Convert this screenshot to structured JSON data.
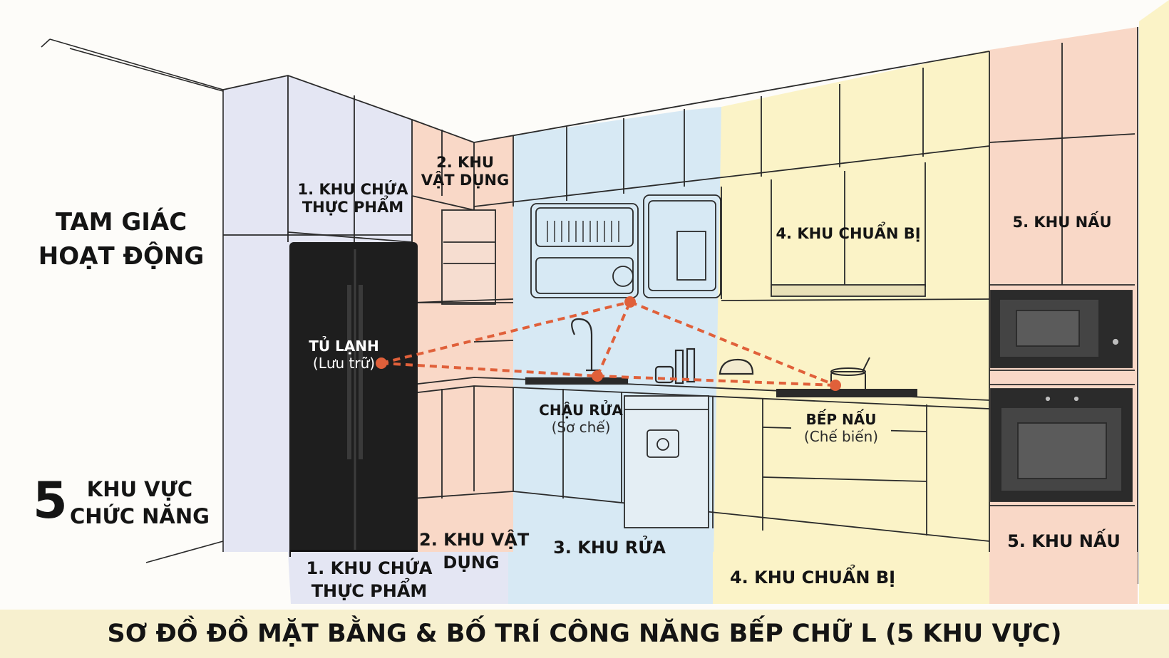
{
  "title": {
    "line1": "TAM GIÁC",
    "line2": "HOẠT ĐỘNG"
  },
  "zones_summary": {
    "number": "5",
    "line1": "KHU VỰC",
    "line2": "CHỨC NĂNG"
  },
  "upper_labels": {
    "food_storage": {
      "line1": "1. KHU CHỨA",
      "line2": "THỰC PHẨM"
    },
    "utensils": {
      "line1": "2. KHU",
      "line2": "VẬT DỤNG"
    },
    "prep": "4. KHU CHUẨN BỊ",
    "cooking": "5. KHU NẤU"
  },
  "triangle_points": {
    "fridge": {
      "name": "TỦ LẠNH",
      "role": "(Lưu trữ)"
    },
    "sink": {
      "name": "CHẬU RỬA",
      "role": "(Sơ chế)"
    },
    "stove": {
      "name": "BẾP NẤU",
      "role": "(Chế biến)"
    }
  },
  "floor_labels": {
    "food_storage": {
      "line1": "1. KHU CHỨA",
      "line2": "THỰC PHẨM"
    },
    "utensils": {
      "line1": "2. KHU VẬT",
      "line2": "DỤNG"
    },
    "washing": "3. KHU RỬA",
    "prep": "4. KHU CHUẨN BỊ",
    "cooking": "5. KHU NẤU"
  },
  "footer": {
    "caption": "SƠ ĐỒ ĐỒ MẶT BẰNG & BỐ TRÍ CÔNG NĂNG  BẾP CHỮ L (5 KHU VỰC)"
  },
  "colors": {
    "zone_food_storage": "#e4e6f3",
    "zone_utensils": "#f9d8c7",
    "zone_washing": "#d7e9f4",
    "zone_prep": "#fbf3c7",
    "zone_cooking": "#f9d8c7",
    "triangle_line": "#e0603a",
    "appliance_dark": "#1e1e1e",
    "footer_band": "#f7f0cf"
  }
}
